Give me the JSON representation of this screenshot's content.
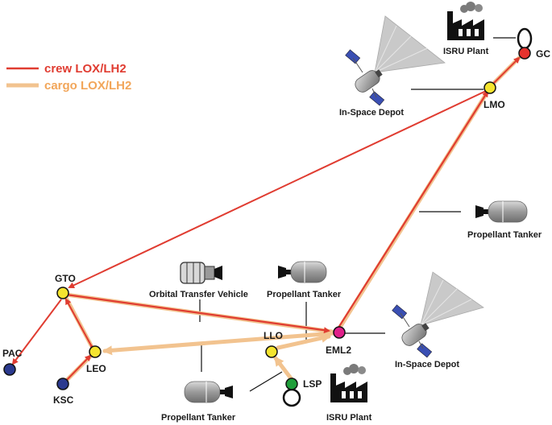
{
  "legend": {
    "crew_label": "crew LOX/LH2",
    "cargo_label": "cargo LOX/LH2",
    "crew_color": "#e03c31",
    "cargo_color": "#f2c38f"
  },
  "nodes": {
    "gc": "GC",
    "lmo": "LMO",
    "gto": "GTO",
    "pac": "PAC",
    "leo": "LEO",
    "ksc": "KSC",
    "llo": "LLO",
    "eml2": "EML2",
    "lsp": "LSP"
  },
  "node_colors": {
    "orbit": "#f5e42e",
    "launch_site": "#2b3a8f",
    "mars_surface": "#e5322d",
    "lagrange": "#e0208a",
    "lunar_surface": "#1f9e3a"
  },
  "assets": {
    "isru_mars": "ISRU Plant",
    "depot_mars": "In-Space Depot",
    "tanker_transit": "Propellant Tanker",
    "otv": "Orbital Transfer Vehicle",
    "tanker_cislunar": "Propellant Tanker",
    "depot_eml2": "In-Space Depot",
    "tanker_leo": "Propellant Tanker",
    "isru_moon": "ISRU Plant"
  }
}
